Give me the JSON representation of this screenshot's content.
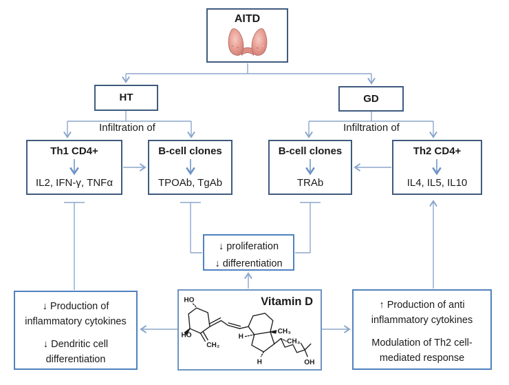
{
  "colors": {
    "dark_box_border": "#3e5a7e",
    "medium_box_border": "#4f81bd",
    "light_box_border": "#6c93c2",
    "connector_line": "#8ba6cc",
    "inner_arrow": "#6f94c4",
    "thyroid_pink": "#e79c92",
    "text": "#1a1a1a"
  },
  "diagram": {
    "aitd": "AITD",
    "ht": "HT",
    "gd": "GD",
    "infiltration_left": "Infiltration of",
    "infiltration_right": "Infiltration of",
    "th1_title": "Th1 CD4+",
    "th1_sub": "IL2, IFN-γ, TNFα",
    "bcell_left_title": "B-cell clones",
    "bcell_left_sub": "TPOAb, TgAb",
    "bcell_right_title": "B-cell clones",
    "bcell_right_sub": "TRAb",
    "th2_title": "Th2 CD4+",
    "th2_sub": "IL4, IL5, IL10",
    "prolif_line1": "↓ proliferation",
    "prolif_line2": "↓ differentiation",
    "left_line1": "↓ Production of",
    "left_line2": "inflammatory cytokines",
    "left_line3": "↓ Dendritic cell",
    "left_line4": "differentiation",
    "vitd_label": "Vitamin D",
    "right_line1": "↑ Production of anti",
    "right_line2": "inflammatory cytokines",
    "right_line3": "Modulation of Th2 cell-",
    "right_line4": "mediated response",
    "molecule": {
      "ho_top": "HO",
      "ho_bottom": "HO",
      "ch2": "CH₂",
      "h_mid": "H",
      "ch3_ring": "CH₃",
      "ch3_chain": "CH₃",
      "h_bottom": "H",
      "oh": "OH"
    }
  }
}
